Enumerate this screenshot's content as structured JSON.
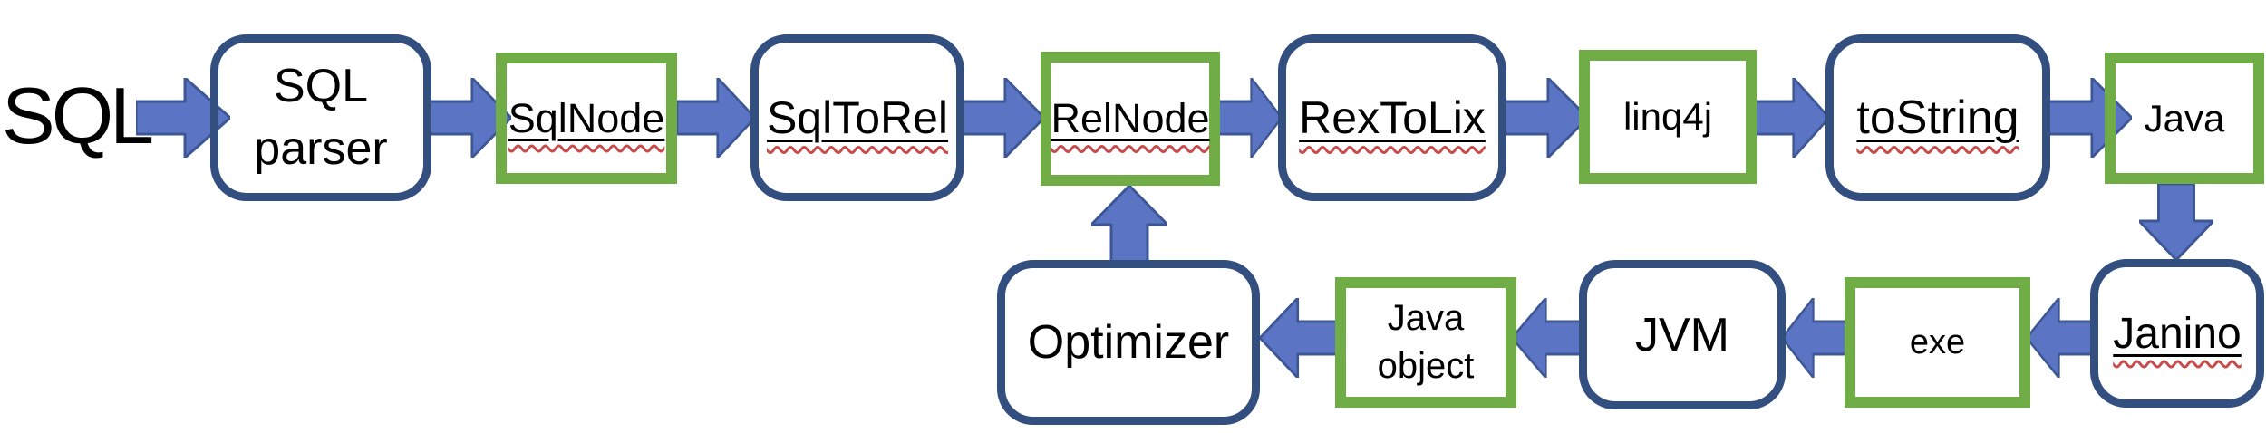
{
  "diagram": {
    "input_label": "SQL",
    "nodes": {
      "sql_parser": {
        "label": "SQL\nparser"
      },
      "sqlnode": {
        "label": "SqlNode"
      },
      "sqltorel": {
        "label": "SqlToRel"
      },
      "relnode": {
        "label": "RelNode"
      },
      "rextolix": {
        "label": "RexToLix"
      },
      "linq4j": {
        "label": "linq4j"
      },
      "tostring": {
        "label": "toString"
      },
      "java": {
        "label": "Java"
      },
      "janino": {
        "label": "Janino"
      },
      "exe": {
        "label": "exe"
      },
      "jvm": {
        "label": "JVM"
      },
      "java_object": {
        "label": "Java\nobject"
      },
      "optimizer": {
        "label": "Optimizer"
      }
    },
    "colors": {
      "process_box_border": "#334F80",
      "artifact_box_border": "#70AD47",
      "arrow_fill": "#5B75C4",
      "arrow_outline": "#3D5795",
      "text": "#000000",
      "spellcheck_squiggle": "#C84B4B",
      "background": "#FFFFFF"
    }
  }
}
